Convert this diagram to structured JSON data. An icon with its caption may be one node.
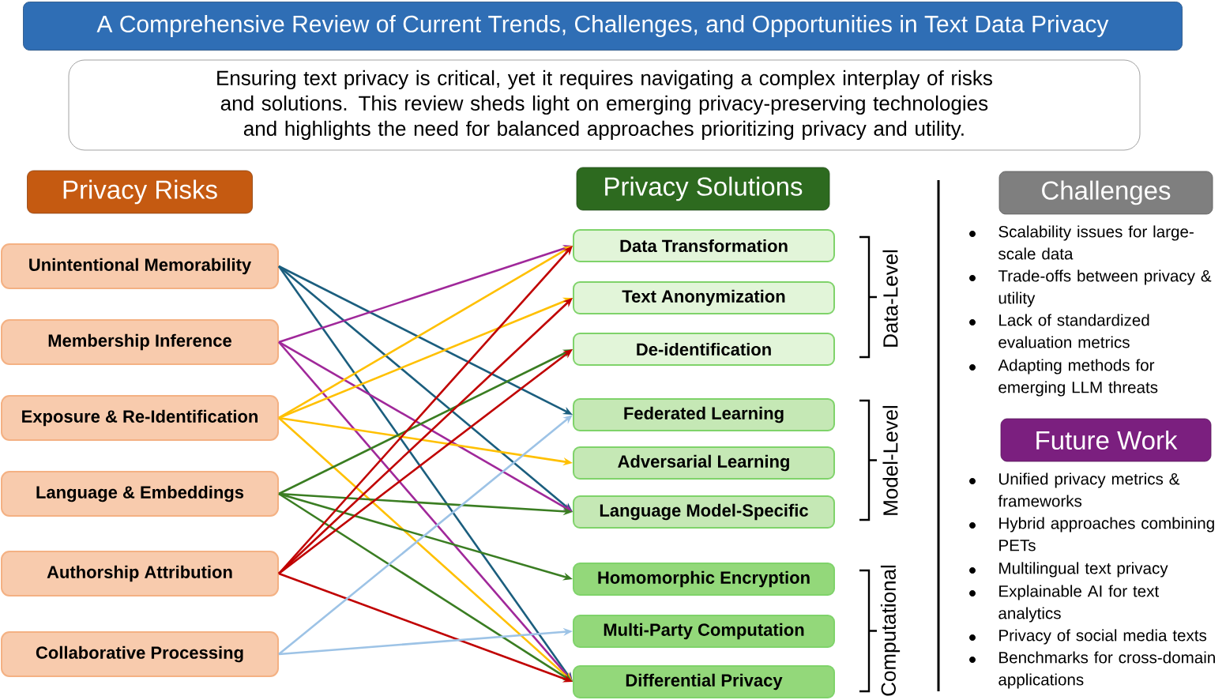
{
  "diagram": {
    "title": "A Comprehensive Review of Current Trends, Challenges, and Opportunities in Text Data Privacy",
    "nodes": [
      {
        "text": [
          "Ensuring text privacy is critical, yet it requires navigating a complex interplay of risks and solutions. This review sheds light on emerging privacy-preserving technologies and highlights the need for balanced approaches prioritizing privacy and utility."
        ]
      },
      {
        "text": [
          "Privacy Risks"
        ]
      },
      {
        "text": [
          "Unintentional Memorability"
        ]
      },
      {
        "text": [
          "Membership Inference"
        ]
      },
      {
        "text": [
          "Exposure & Re-Identification"
        ]
      },
      {
        "text": [
          "Language & Embeddings"
        ]
      },
      {
        "text": [
          "Authorship Attribution"
        ]
      },
      {
        "text": [
          "Collaborative Processing"
        ]
      },
      {
        "text": [
          "Privacy Solutions"
        ]
      },
      {
        "text": [
          "Data Transformation"
        ]
      },
      {
        "text": [
          "Text Anonymization"
        ]
      },
      {
        "text": [
          "De-identification"
        ]
      },
      {
        "text": [
          "Federated Learning"
        ]
      },
      {
        "text": [
          "Adversarial Learning"
        ]
      },
      {
        "text": [
          "Language Model-Specific"
        ]
      },
      {
        "text": [
          "Homomorphic Encryption"
        ]
      },
      {
        "text": [
          "Multi-Party Computation"
        ]
      },
      {
        "text": [
          "Differential Privacy"
        ]
      },
      {
        "text": [
          "Challenges"
        ]
      },
      {
        "text": [
          "Future Work"
        ]
      }
    ],
    "edges": [
      {
        "from": 2,
        "to": 12,
        "arrow": "to",
        "color": "#1b5e7e"
      },
      {
        "from": 2,
        "to": 14,
        "arrow": "to",
        "color": "#1b5e7e"
      },
      {
        "from": 2,
        "to": 17,
        "arrow": "to",
        "color": "#1b5e7e"
      },
      {
        "from": 3,
        "to": 9,
        "arrow": "to",
        "color": "#a0289a"
      },
      {
        "from": 3,
        "to": 14,
        "arrow": "to",
        "color": "#a0289a"
      },
      {
        "from": 3,
        "to": 17,
        "arrow": "to",
        "color": "#a0289a"
      },
      {
        "from": 4,
        "to": 9,
        "arrow": "to",
        "color": "#ffc000"
      },
      {
        "from": 4,
        "to": 10,
        "arrow": "to",
        "color": "#ffc000"
      },
      {
        "from": 4,
        "to": 13,
        "arrow": "to",
        "color": "#ffc000"
      },
      {
        "from": 4,
        "to": 17,
        "arrow": "to",
        "color": "#ffc000"
      },
      {
        "from": 5,
        "to": 11,
        "arrow": "to",
        "color": "#3a7d22"
      },
      {
        "from": 5,
        "to": 14,
        "arrow": "to",
        "color": "#3a7d22"
      },
      {
        "from": 5,
        "to": 15,
        "arrow": "to",
        "color": "#3a7d22"
      },
      {
        "from": 5,
        "to": 17,
        "arrow": "to",
        "color": "#3a7d22"
      },
      {
        "from": 6,
        "to": 9,
        "arrow": "to",
        "color": "#c00000"
      },
      {
        "from": 6,
        "to": 10,
        "arrow": "to",
        "color": "#c00000"
      },
      {
        "from": 6,
        "to": 11,
        "arrow": "to",
        "color": "#c00000"
      },
      {
        "from": 6,
        "to": 17,
        "arrow": "to",
        "color": "#c00000"
      },
      {
        "from": 7,
        "to": 12,
        "arrow": "to",
        "color": "#9dc3e6"
      },
      {
        "from": 7,
        "to": 16,
        "arrow": "to",
        "color": "#9dc3e6"
      }
    ],
    "labels": [
      "Data-Level",
      "Model-Level",
      "Computational",
      "Scalability issues for large-scale data",
      "Trade-offs between privacy & utility",
      "Lack of standardized evaluation metrics",
      "Adapting methods for emerging LLM threats",
      "Unified privacy metrics & frameworks",
      "Hybrid approaches combining PETs",
      "Multilingual text privacy",
      "Explainable AI for text analytics",
      "Privacy of social media texts",
      "Benchmarks for cross-domain applications"
    ]
  }
}
